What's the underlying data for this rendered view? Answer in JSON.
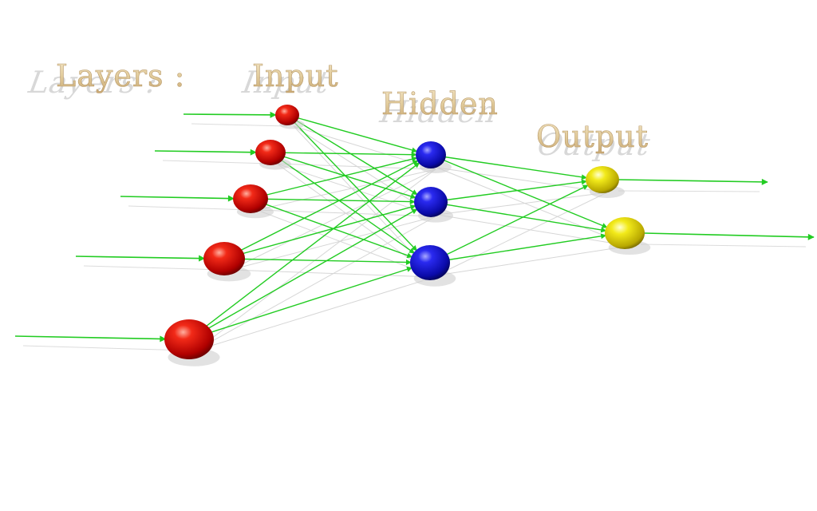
{
  "labels": {
    "title": "Layers :",
    "input": "Input",
    "hidden": "Hidden",
    "output": "Output"
  },
  "colors": {
    "input_node": "#e01010",
    "hidden_node": "#1a1ad8",
    "output_node": "#e8e010",
    "connection": "#22cc22",
    "label": "#e6d2a8"
  },
  "network": {
    "input_count": 5,
    "hidden_count": 3,
    "output_count": 2
  }
}
